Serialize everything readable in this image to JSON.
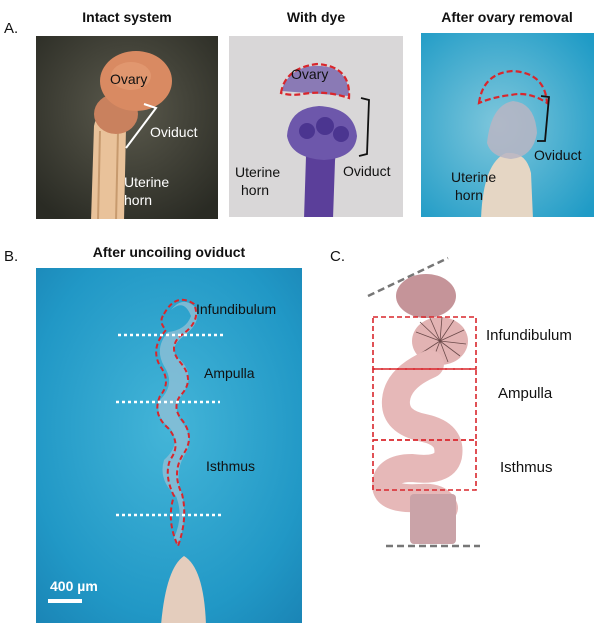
{
  "panels": {
    "A": {
      "label": "A.",
      "images": [
        {
          "title": "Intact system",
          "labels": {
            "ovary": "Ovary",
            "oviduct": "Oviduct",
            "uterine": "Uterine",
            "horn": "horn"
          }
        },
        {
          "title": "With dye",
          "labels": {
            "ovary": "Ovary",
            "oviduct": "Oviduct",
            "uterine": "Uterine",
            "horn": "horn"
          }
        },
        {
          "title": "After ovary removal",
          "labels": {
            "oviduct": "Oviduct",
            "uterine": "Uterine",
            "horn": "horn"
          }
        }
      ]
    },
    "B": {
      "label": "B.",
      "title": "After uncoiling oviduct",
      "regions": [
        "Infundibulum",
        "Ampulla",
        "Isthmus"
      ],
      "scale_bar": "400 µm"
    },
    "C": {
      "label": "C.",
      "regions": [
        "Infundibulum",
        "Ampulla",
        "Isthmus"
      ]
    }
  },
  "colors": {
    "outline_red": "#d9262c",
    "guide_gray": "#777777",
    "tissue_pink": "#e8b4b4",
    "blue_bg": "#2aa0c8"
  }
}
